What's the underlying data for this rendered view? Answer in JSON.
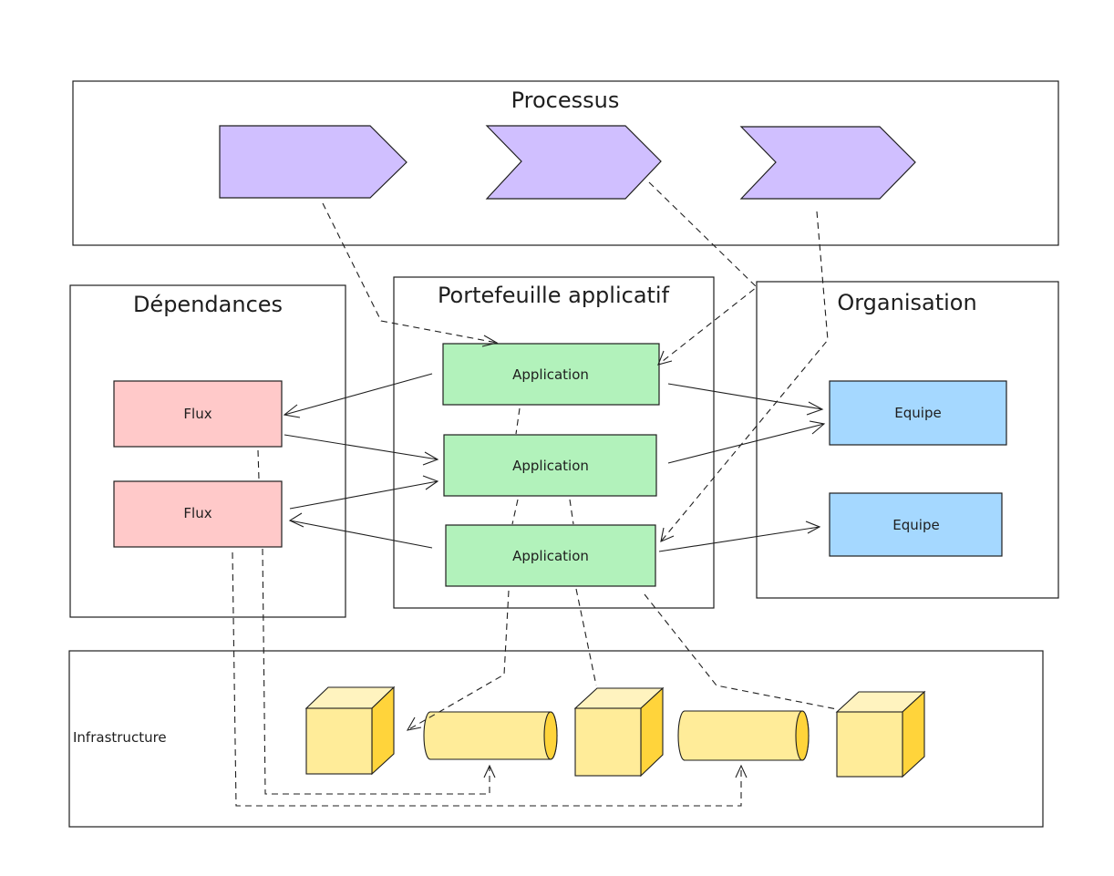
{
  "sections": {
    "processus": "Processus",
    "dependances": "Dépendances",
    "portefeuille": "Portefeuille applicatif",
    "organisation": "Organisation",
    "infrastructure": "Infrastructure"
  },
  "flux": [
    "Flux",
    "Flux"
  ],
  "applications": [
    "Application",
    "Application",
    "Application"
  ],
  "equipes": [
    "Equipe",
    "Equipe"
  ],
  "colors": {
    "process": "#d0bfff",
    "flux": "#ffc9c9",
    "application": "#b2f2bb",
    "equipe": "#a5d8ff",
    "infra_face": "#ffec99",
    "infra_side": "#ffd43b",
    "infra_top": "#fff3bf",
    "stroke": "#1e1e1e"
  }
}
